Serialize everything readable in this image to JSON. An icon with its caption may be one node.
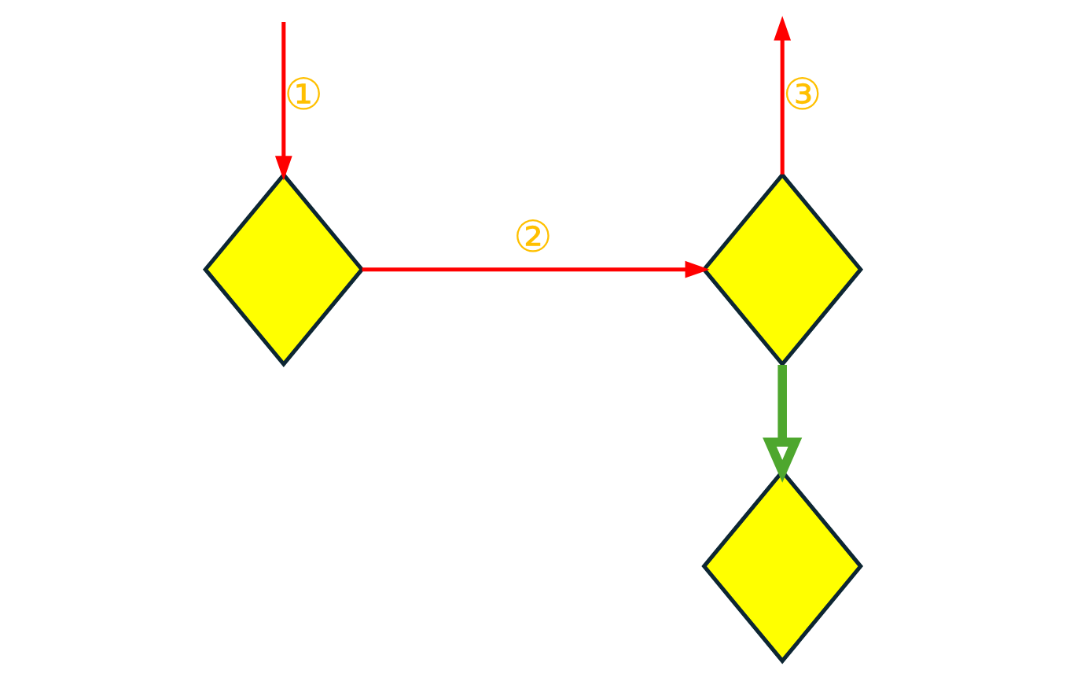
{
  "diagram": {
    "nodes": [
      {
        "text": [],
        "shape": "diamond"
      },
      {
        "text": [],
        "shape": "diamond"
      },
      {
        "text": [],
        "shape": "diamond"
      }
    ],
    "edges": [
      {
        "from": null,
        "to": 0,
        "arrow": "to",
        "label": "①"
      },
      {
        "from": 0,
        "to": 1,
        "arrow": "to",
        "label": "②"
      },
      {
        "from": 1,
        "to": null,
        "arrow": "to",
        "label": "③"
      },
      {
        "from": 1,
        "to": 2,
        "arrow": "to",
        "style": "thick",
        "color": "#4ea72e"
      }
    ]
  }
}
